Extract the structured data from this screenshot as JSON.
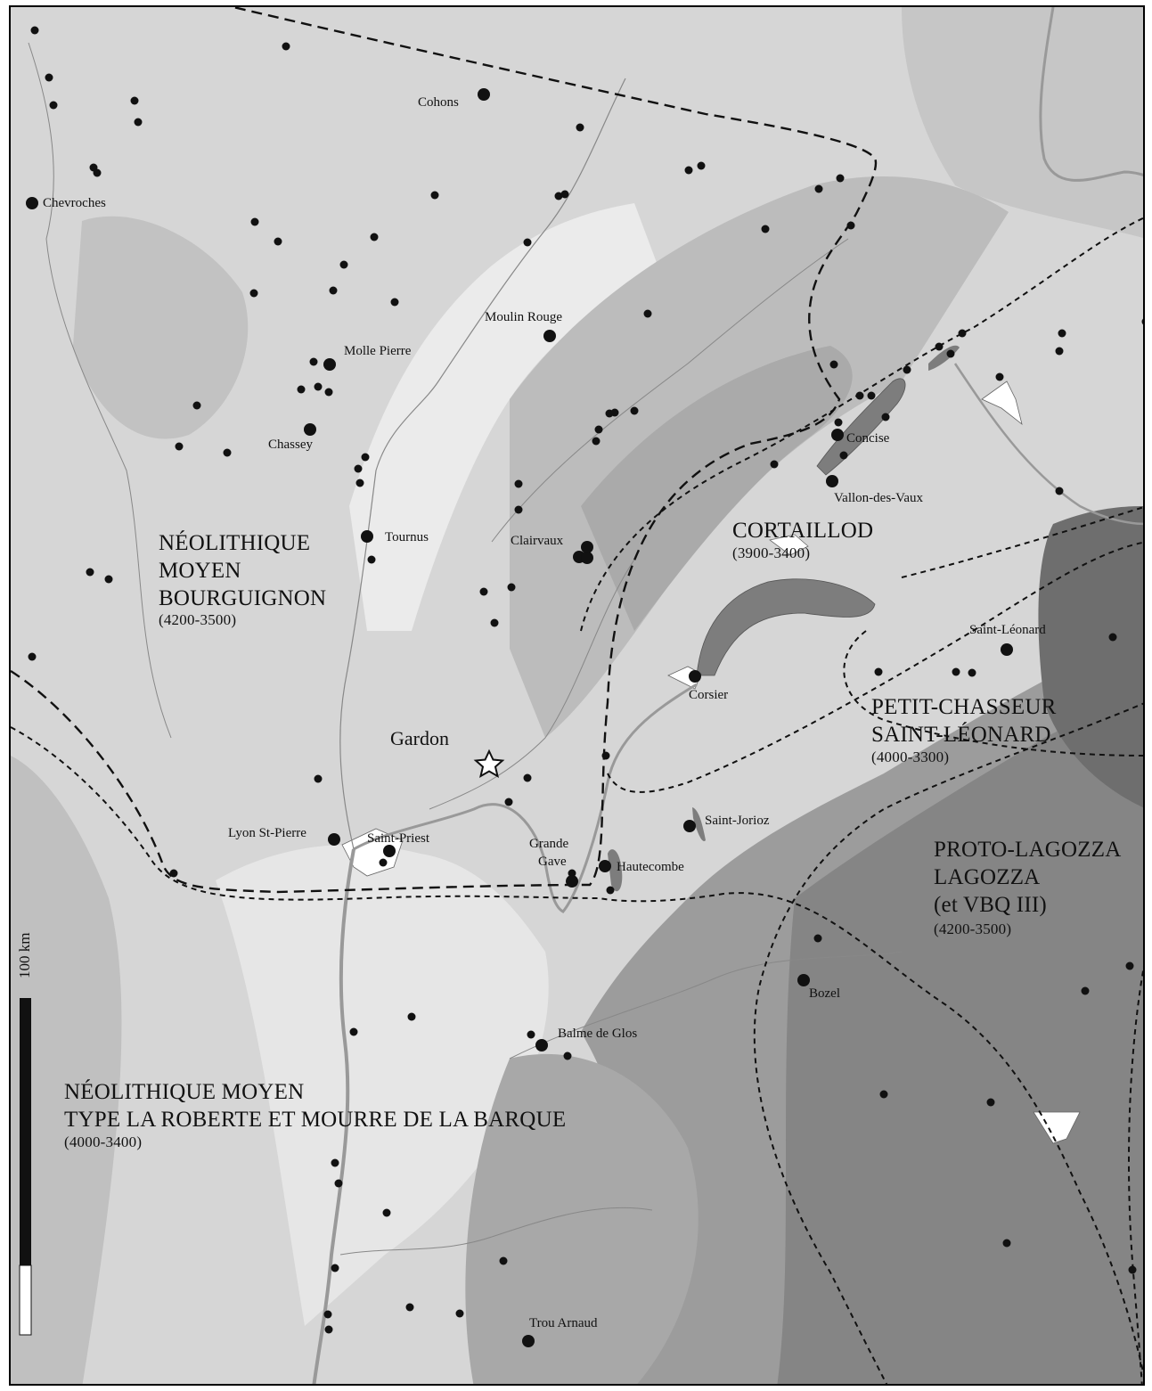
{
  "culture_zones": [
    {
      "id": "neolithique-moyen-bourguignon",
      "lines": [
        "NÉOLITHIQUE",
        "MOYEN",
        "BOURGUIGNON"
      ],
      "dates": "(4200-3500)"
    },
    {
      "id": "cortaillod",
      "lines": [
        "CORTAILLOD"
      ],
      "dates": "(3900-3400)"
    },
    {
      "id": "petit-chasseur",
      "lines": [
        "PETIT-CHASSEUR",
        "SAINT-LÉONARD"
      ],
      "dates": "(4000-3300)"
    },
    {
      "id": "proto-lagozza",
      "lines": [
        "PROTO-LAGOZZA",
        "LAGOZZA",
        "(et VBQ III)"
      ],
      "dates": "(4200-3500)"
    },
    {
      "id": "neolithique-moyen-la-roberte",
      "lines": [
        "NÉOLITHIQUE MOYEN",
        "TYPE LA ROBERTE ET MOURRE DE LA BARQUE"
      ],
      "dates": "(4000-3400)"
    }
  ],
  "featured_site": {
    "label": "Gardon",
    "marker": "star-icon"
  },
  "named_sites": [
    "Cohons",
    "Chevroches",
    "Moulin Rouge",
    "Molle Pierre",
    "Chassey",
    "Tournus",
    "Clairvaux",
    "Concise",
    "Vallon-des-Vaux",
    "Corsier",
    "Saint-Léonard",
    "Lyon St-Pierre",
    "Saint-Priest",
    "Grande",
    "Gave",
    "Hautecombe",
    "Saint-Jorioz",
    "Bozel",
    "Balme de Glos",
    "Trou Arnaud"
  ],
  "scale_bar": {
    "label": "100 km"
  },
  "colors": {
    "lowland": "#d6d6d6",
    "valley": "#ebebeb",
    "hills": "#b8b8b8",
    "mountains": "#8e8e8e",
    "peaks": "#6a6a6a",
    "lake": "#7d7d7d",
    "river": "#999999",
    "site": "#111111"
  }
}
